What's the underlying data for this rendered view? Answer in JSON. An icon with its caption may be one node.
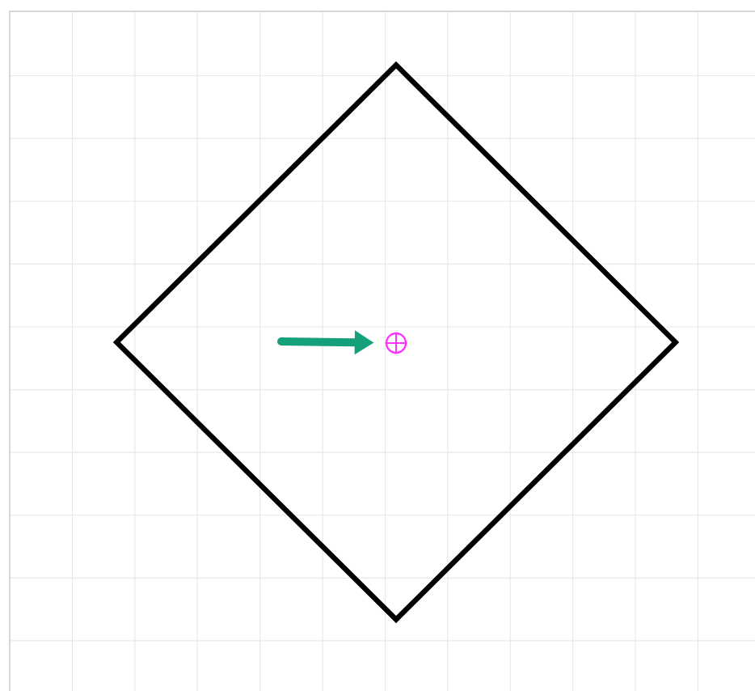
{
  "diagram": {
    "nodes": [
      {
        "text": [],
        "shape": "diamond"
      },
      {
        "text": [],
        "shape": "crosshair",
        "in": 0
      }
    ],
    "edges": [
      {
        "from": null,
        "to": 1,
        "arrow": "to",
        "color": "#13a07b"
      }
    ]
  }
}
